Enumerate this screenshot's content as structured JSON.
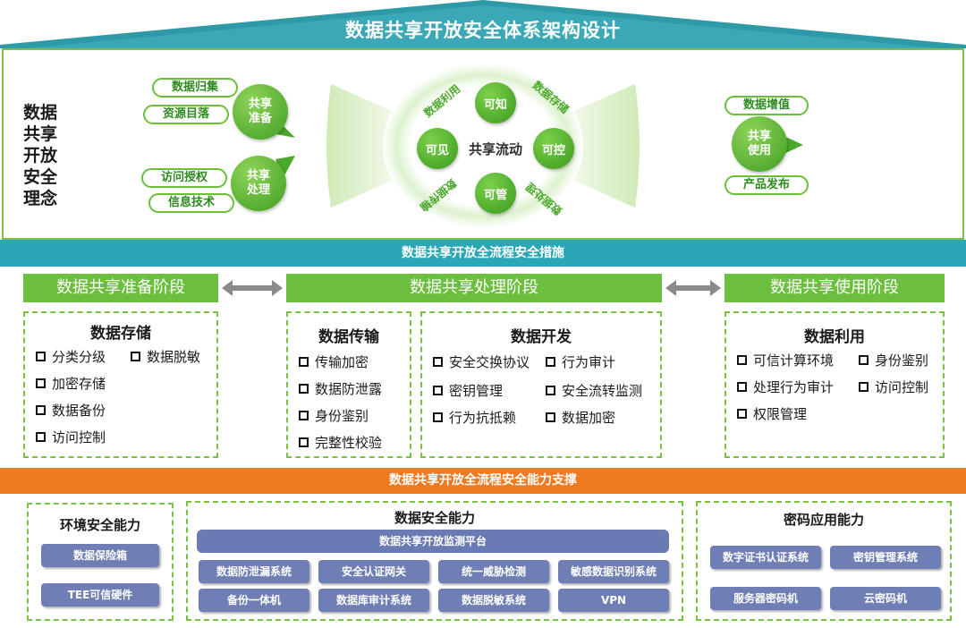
{
  "header": {
    "title": "数据共享开放安全体系架构设计"
  },
  "concept": {
    "label_lines": [
      "数据",
      "共享",
      "开放",
      "安全",
      "理念"
    ],
    "left_pills": [
      "数据归集",
      "资源目落",
      "访问授权",
      "信息技术"
    ],
    "left_bubbles": [
      {
        "lines": [
          "共享",
          "准备"
        ]
      },
      {
        "lines": [
          "共享",
          "处理"
        ]
      }
    ],
    "right_pills": [
      "数据增值",
      "产品发布"
    ],
    "right_bubble": {
      "lines": [
        "共享",
        "使用"
      ]
    },
    "center": {
      "label": "共享流动",
      "nodes": [
        "可知",
        "可见",
        "可控",
        "可管"
      ],
      "arc_texts": [
        "数据利用",
        "数据存储",
        "数据处理",
        "数据传输"
      ]
    }
  },
  "bands": {
    "measures": "数据共享开放全流程安全措施",
    "capabilities": "数据共享开放全流程安全能力支撑"
  },
  "stages": [
    {
      "title": "数据共享准备阶段"
    },
    {
      "title": "数据共享处理阶段"
    },
    {
      "title": "数据共享使用阶段"
    }
  ],
  "boxes": {
    "storage": {
      "title": "数据存储",
      "items": [
        "分类分级",
        "数据脱敏",
        "加密存储",
        "数据备份",
        "访问控制"
      ]
    },
    "transfer": {
      "title": "数据传输",
      "items": [
        "传输加密",
        "数据防泄露",
        "身份鉴别",
        "完整性校验"
      ]
    },
    "develop": {
      "title": "数据开发",
      "items": [
        "安全交换协议",
        "行为审计",
        "密钥管理",
        "安全流转监测",
        "行为抗抵赖",
        "数据加密"
      ]
    },
    "usage": {
      "title": "数据利用",
      "items": [
        "可信计算环境",
        "身份鉴别",
        "处理行为审计",
        "访问控制",
        "权限管理"
      ]
    }
  },
  "capabilities": {
    "env": {
      "title": "环境安全能力",
      "items": [
        "数据保险箱",
        "TEE可信硬件"
      ]
    },
    "data": {
      "title": "数据安全能力",
      "platform": "数据共享开放监测平台",
      "items": [
        "数据防泄漏系统",
        "安全认证网关",
        "统一威胁检测",
        "敏感数据识别系统",
        "备份一体机",
        "数据库审计系统",
        "数据脱敏系统",
        "VPN"
      ]
    },
    "crypto": {
      "title": "密码应用能力",
      "items": [
        "数字证书认证系统",
        "密钥管理系统",
        "服务器密码机",
        "云密码机"
      ]
    }
  },
  "colors": {
    "green": "#6cbf3e",
    "teal": "#2aa6b7",
    "orange": "#f07a1f",
    "slate": "#6f7fb5"
  }
}
